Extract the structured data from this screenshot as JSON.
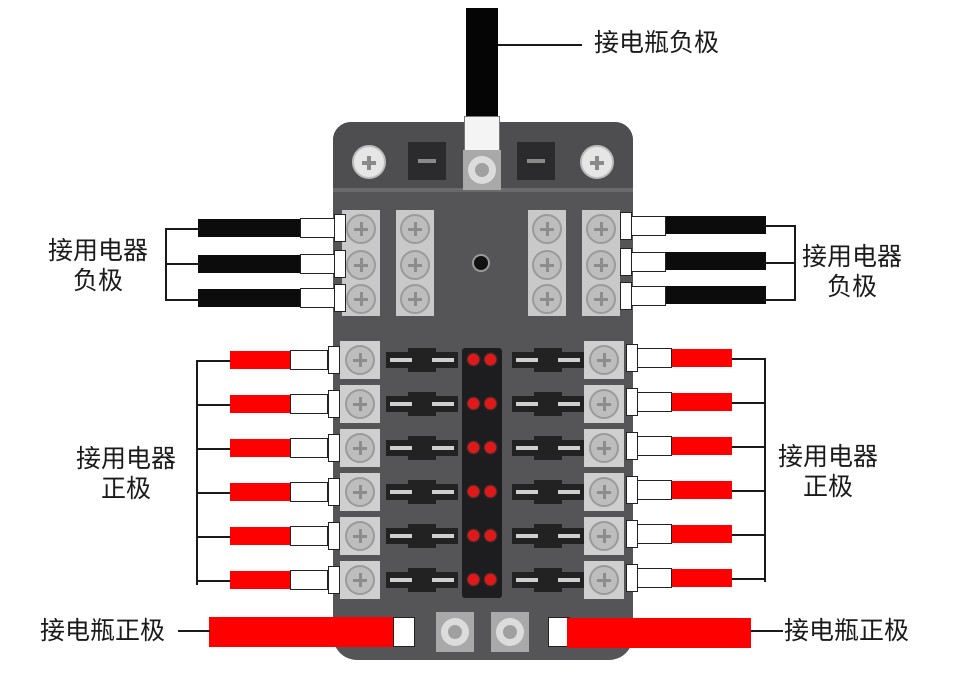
{
  "title": "Fuse box wiring diagram",
  "labels": {
    "battery_negative": "接电瓶负极",
    "appliance_negative_left": [
      "接用电器",
      "负极"
    ],
    "appliance_negative_right": [
      "接用电器",
      "负极"
    ],
    "appliance_positive_left": [
      "接用电器",
      "正极"
    ],
    "appliance_positive_right": [
      "接用电器",
      "正极"
    ],
    "battery_positive_left": "接电瓶正极",
    "battery_positive_right": "接电瓶正极"
  },
  "components": {
    "negative_terminal_count": 12,
    "positive_circuit_count": 12,
    "fuse_count": 12,
    "led_count": 12,
    "battery_positive_posts": 2,
    "battery_negative_posts": 1
  },
  "colors": {
    "negative_wire": "#0c0c0c",
    "positive_wire": "#ff0000",
    "housing": "#555557",
    "indicator_led": "#e01818"
  }
}
